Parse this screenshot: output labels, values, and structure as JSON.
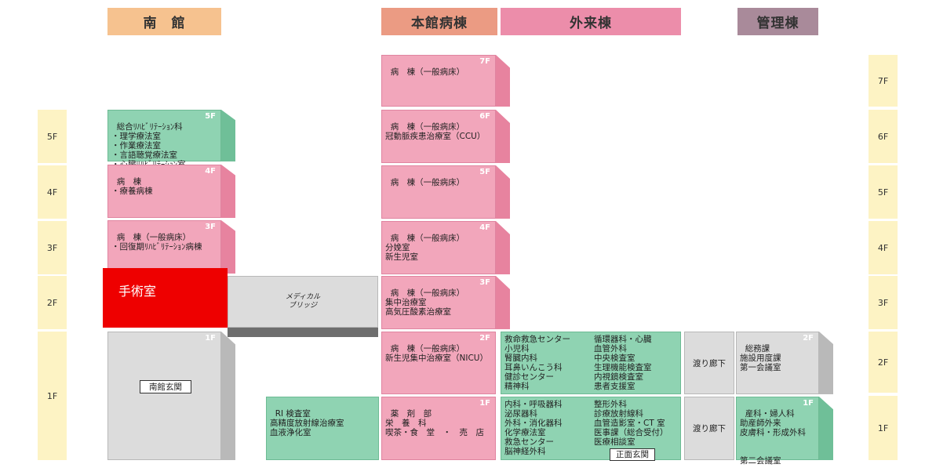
{
  "headers": {
    "south": "南　館",
    "main": "本館病棟",
    "outpatient": "外来棟",
    "admin": "管理棟"
  },
  "left_floors": [
    "5F",
    "4F",
    "3F",
    "2F",
    "1F"
  ],
  "right_floors": [
    "7F",
    "6F",
    "5F",
    "4F",
    "3F",
    "2F",
    "1F"
  ],
  "south": {
    "f5_text": "総合ﾘﾊﾋﾞﾘﾃｰｼｮﾝ科\n・理学療法室\n・作業療法室\n・言語聴覚療法室\n・心臓ﾘﾊﾋﾞﾘﾃｰｼｮﾝ室",
    "f5_floor": "5F",
    "f4_text": "病　棟\n・療養病棟",
    "f4_floor": "4F",
    "f3_text": "病　棟（一般病床）\n・回復期ﾘﾊﾋﾞﾘﾃｰｼｮﾝ病棟",
    "f3_floor": "3F",
    "f2_surgery": "手術室",
    "f1_floor": "1F",
    "f1_entrance": "南館玄関"
  },
  "bridge": "メディカル\nブリッジ",
  "main_ward": {
    "f7": "病　棟（一般病床）",
    "f7_floor": "7F",
    "f6": "病　棟（一般病床）\n冠動脈疾患治療室（CCU）",
    "f6_floor": "6F",
    "f5": "病　棟（一般病床）",
    "f5_floor": "5F",
    "f4": "病　棟（一般病床）\n分娩室\n新生児室",
    "f4_floor": "4F",
    "f3": "病　棟（一般病床）\n集中治療室\n高気圧酸素治療室",
    "f3_floor": "3F",
    "f2": "病　棟（一般病床）\n新生児集中治療室（NICU）",
    "f2_floor": "2F",
    "f1": "薬　剤　部\n栄　養　科\n喫茶・食　堂　・　売　店",
    "f1_floor": "1F"
  },
  "ri": "RI 検査室\n高精度放射線治療室\n血液浄化室",
  "outpatient": {
    "f2_left": "救命救急センター\n小児科\n腎臓内科\n耳鼻いんこう科\n健診センター\n精神科",
    "f2_right": "循環器科・心臓\n血管外科\n中央検査室\n生理機能検査室\n内視鏡検査室\n患者支援室",
    "f1_left": "内科・呼吸器科\n泌尿器科\n外科・消化器科\n化学療法室\n救急センター\n脳神経外科",
    "f1_right": "整形外科\n診療放射線科\n血管造影室・CT 室\n医事課（総合受付）\n医療相談室",
    "f1_entrance": "正面玄関"
  },
  "corridor_2f": "渡り廊下",
  "corridor_1f": "渡り廊下",
  "admin": {
    "f2": "総務課\n施設用度課\n第一会議室",
    "f2_floor": "2F",
    "f1": "産科・婦人科\n助産師外来\n皮膚科・形成外科\n\n\n第二会議室",
    "f1_floor": "1F"
  },
  "colors": {
    "pink": "#f2a6bb",
    "green": "#8fd3b2",
    "gray": "#dcdcdc",
    "red": "#ee0000",
    "floor_yellow": "#fdf3c4"
  }
}
